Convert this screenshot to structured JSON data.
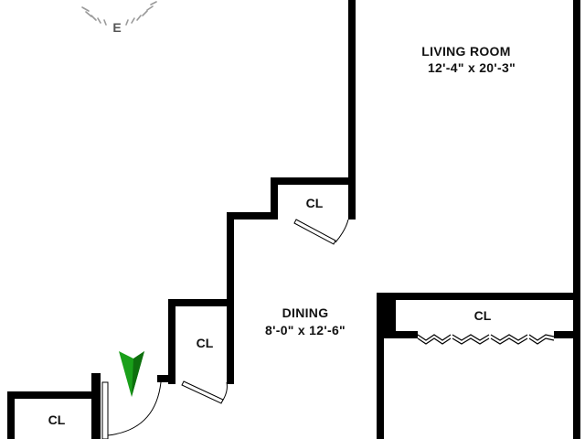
{
  "compass": {
    "direction_label": "E"
  },
  "rooms": {
    "living": {
      "name": "LIVING ROOM",
      "dimensions": "12'-4\" x 20'-3\""
    },
    "dining": {
      "name": "DINING",
      "dimensions": "8'-0\" x 12'-6\""
    }
  },
  "closets": [
    {
      "label": "CL"
    },
    {
      "label": "CL"
    },
    {
      "label": "CL"
    },
    {
      "label": "CL"
    }
  ],
  "colors": {
    "wall": "#000000",
    "entry_marker": "#1aa01a",
    "compass": "#999999"
  },
  "icons": {
    "entry_marker": "entry-arrow-icon",
    "compass": "compass-icon"
  }
}
